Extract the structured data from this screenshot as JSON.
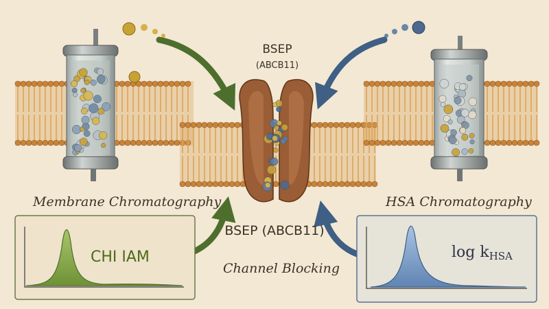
{
  "top_label": {
    "name": "BSEP",
    "subtitle": "(ABCB11)"
  },
  "left_panel": {
    "label": "Membrane Chromatography",
    "peak_label": "CHI IAM",
    "peak_color": "#8fb04a"
  },
  "right_panel": {
    "label": "HSA Chromatography",
    "peak_label_main": "log k",
    "peak_label_sub": "HSA",
    "peak_color": "#8aaad0"
  },
  "center_label": {
    "line1": "BSEP (ABCB11)",
    "line2": "Channel Blocking"
  },
  "colors": {
    "background": "#f3e8d4",
    "lipid_head": "#c8843a",
    "lipid_tail": "#d9a45a",
    "arrow_green": "#4e6e2e",
    "arrow_blue": "#3f5f84",
    "protein": "#9a5d36"
  }
}
